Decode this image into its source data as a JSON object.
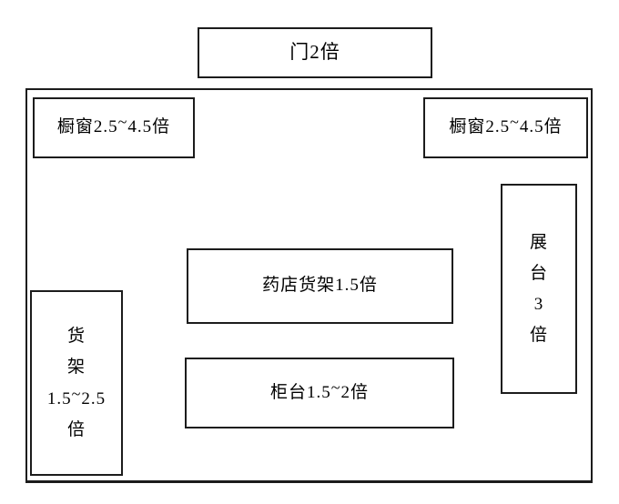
{
  "diagram": {
    "title": "pharmacy-store-layout",
    "door": {
      "label": "门2倍"
    },
    "window_left": {
      "label": "橱窗2.5~4.5倍"
    },
    "window_right": {
      "label": "橱窗2.5~4.5倍"
    },
    "pharmacy_shelf": {
      "label": "药店货架1.5倍"
    },
    "counter": {
      "label": "柜台1.5~2倍"
    },
    "shelf": {
      "lines": [
        "货",
        "架",
        "1.5~2.5",
        "倍"
      ]
    },
    "stand": {
      "lines": [
        "展",
        "台",
        "3",
        "倍"
      ]
    },
    "colors": {
      "line": "#1c1c1c",
      "background": "#ffffff",
      "text": "#000000"
    }
  }
}
